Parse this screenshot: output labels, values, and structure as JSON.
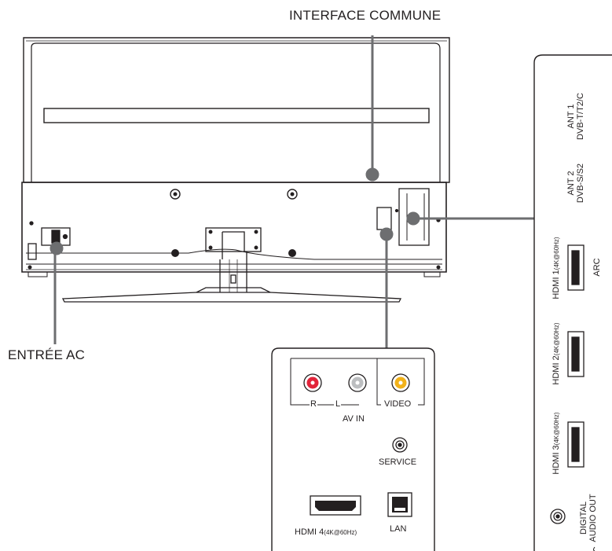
{
  "callouts": {
    "common_interface": "INTERFACE COMMUNE",
    "ac_input": "ENTRÉE AC"
  },
  "side_panel": {
    "ant1": {
      "line1": "ANT 1",
      "line2": "DVB-T/T2/C"
    },
    "ant2": {
      "line1": "ANT 2",
      "line2": "DVB-S/S2"
    },
    "hdmi1": {
      "name": "HDMI 1",
      "spec": "(4K@60Hz)",
      "extra": "ARC"
    },
    "hdmi2": {
      "name": "HDMI 2",
      "spec": "(4K@60Hz)"
    },
    "hdmi3": {
      "name": "HDMI 3",
      "spec": "(4K@60Hz)"
    },
    "digital_out": {
      "line1": "DIGITAL",
      "line2": "AUDIO OUT"
    }
  },
  "bottom_panel": {
    "av": {
      "r": "R",
      "l": "L",
      "video": "VIDEO",
      "group": "AV IN"
    },
    "service": "SERVICE",
    "hdmi4": {
      "name": "HDMI 4",
      "spec": "(4K@60Hz)"
    },
    "lan": "LAN"
  },
  "colors": {
    "line": "#231f20",
    "gray": "#6d6e70",
    "red_jack": "#e2243a",
    "yellow_jack": "#f2b21a",
    "white_jack": "#bcbec0"
  }
}
